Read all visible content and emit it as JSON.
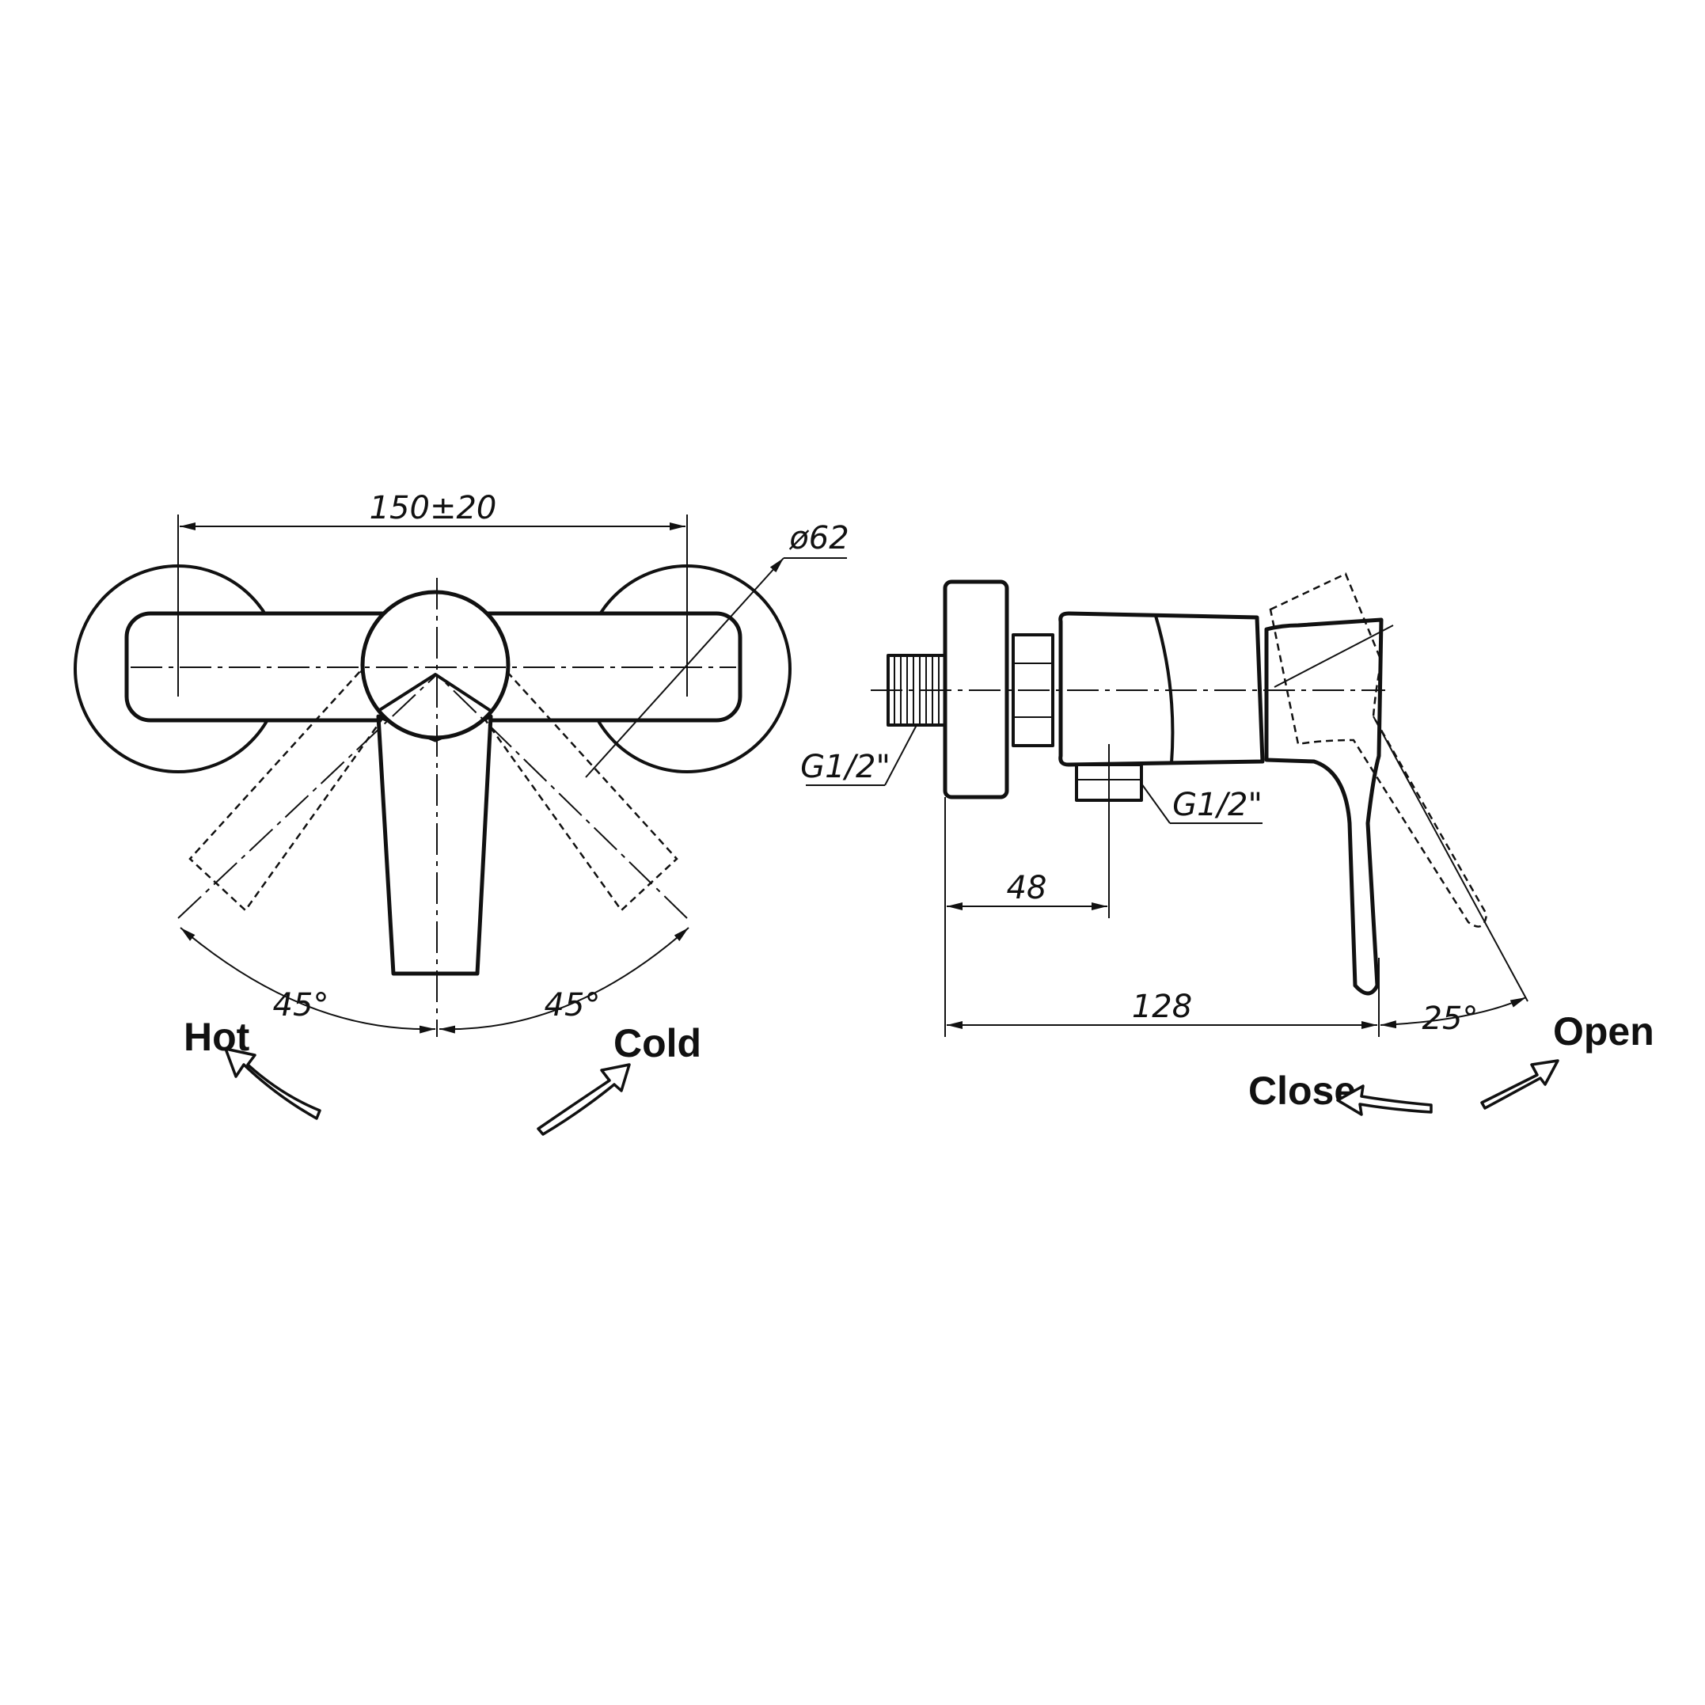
{
  "front_view": {
    "dim_width": "150±20",
    "dim_diameter": "ø62",
    "angle_left": "45°",
    "angle_right": "45°",
    "label_hot": "Hot",
    "label_cold": "Cold"
  },
  "side_view": {
    "thread_left": "G1/2\"",
    "thread_bottom": "G1/2\"",
    "dim_48": "48",
    "dim_128": "128",
    "angle_open": "25°",
    "label_open": "Open",
    "label_close": "Close"
  }
}
